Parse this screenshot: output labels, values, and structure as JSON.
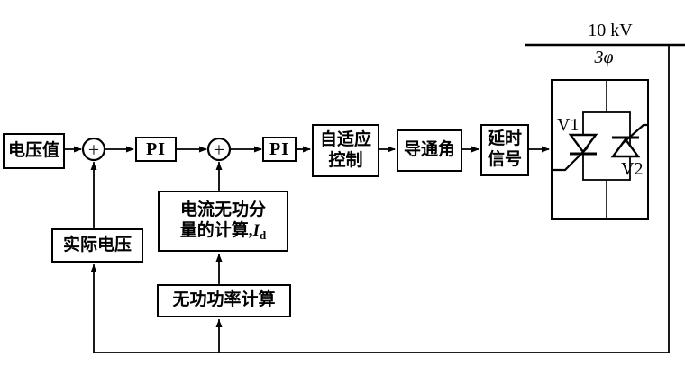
{
  "diagram": {
    "blocks": {
      "voltage_value": {
        "label": "电压值"
      },
      "pi1": {
        "label": "PI"
      },
      "pi2": {
        "label": "PI"
      },
      "adaptive_control": {
        "line1": "自适应",
        "line2": "控制"
      },
      "conduction_angle": {
        "label": "导通角"
      },
      "delay_signal": {
        "line1": "延时",
        "line2": "信号"
      },
      "actual_voltage": {
        "label": "实际电压"
      },
      "reactive_current_calc": {
        "line1": "电流无功分",
        "line2_prefix": "量的计算,",
        "line2_var": "I",
        "line2_sub": "d"
      },
      "reactive_power_calc": {
        "label": "无功功率计算"
      }
    },
    "summing_junctions": {
      "sum1": "+",
      "sum2": "+"
    },
    "bus": {
      "voltage": "10 kV",
      "phases": "3φ"
    },
    "thyristors": {
      "v1": "V1",
      "v2": "V2"
    },
    "colors": {
      "line": "#000000",
      "background": "#ffffff"
    }
  }
}
